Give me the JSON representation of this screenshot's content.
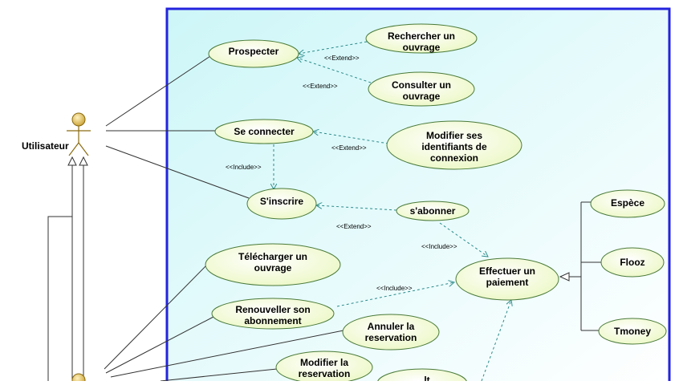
{
  "colors": {
    "boundary_stroke": "#2323dd",
    "boundary_fill_start": "#cdf6f8",
    "boundary_fill_end": "#ffffff",
    "usecase_fill": "#f2fbd0",
    "usecase_stroke": "#4a7a3a",
    "dependency_line": "#2b8a8a",
    "association_line": "#333333",
    "actor_fill": "#e0c060",
    "actor_stroke": "#8a6a10"
  },
  "actors": {
    "user": {
      "label": "Utilisateur"
    },
    "bottom": {
      "label": ""
    }
  },
  "use_cases": {
    "prospecter": "Prospecter",
    "rechercher": [
      "Rechercher un",
      "ouvrage"
    ],
    "consulter": [
      "Consulter un",
      "ouvrage"
    ],
    "se_connecter": "Se connecter",
    "modifier_ident": [
      "Modifier ses",
      "identifiants de",
      "connexion"
    ],
    "sinscrire": "S'inscrire",
    "sabonner": "s'abonner",
    "telecharger": [
      "Télécharger un",
      "ouvrage"
    ],
    "effectuer": [
      "Effectuer un",
      "paiement"
    ],
    "renouveller": [
      "Renouveller son",
      "abonnement"
    ],
    "annuler": [
      "Annuler la",
      "reservation"
    ],
    "modifier_res": [
      "Modifier la",
      "reservation"
    ],
    "espece": "Espèce",
    "flooz": "Flooz",
    "tmoney": "Tmoney",
    "partial_bottom": "...lt..."
  },
  "stereotypes": {
    "extend": "<<Extend>>",
    "include": "<<Include>>"
  }
}
